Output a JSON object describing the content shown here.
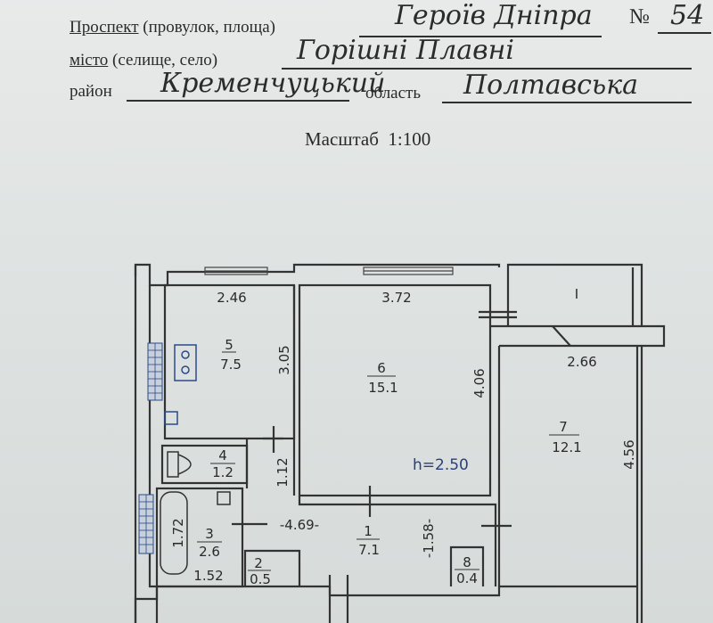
{
  "header": {
    "street_label_underlined": "Проспект",
    "street_label_rest": " (провулок, площа)",
    "street_value": "Героїв Дніпра",
    "number_label": "№",
    "number_value": "54",
    "city_label_underlined": "місто",
    "city_label_rest": " (селище, село)",
    "city_value": "Горішні Плавні",
    "district_label": "район",
    "district_value": "Кременчуцький",
    "region_label": "область",
    "region_value": "Полтавська"
  },
  "scale": "Масштаб  1:100",
  "plan": {
    "ceiling_height": "h=2.50",
    "balcony_label": "I",
    "rooms": [
      {
        "number": "5",
        "area": "7.5"
      },
      {
        "number": "6",
        "area": "15.1"
      },
      {
        "number": "7",
        "area": "12.1"
      },
      {
        "number": "4",
        "area": "1.2"
      },
      {
        "number": "3",
        "area": "2.6"
      },
      {
        "number": "1",
        "area": "7.1"
      },
      {
        "number": "2",
        "area": "0.5"
      },
      {
        "number": "8",
        "area": "0.4"
      }
    ],
    "dimensions": {
      "d_246": "2.46",
      "d_372": "3.72",
      "d_305": "3.05",
      "d_406": "4.06",
      "d_266": "2.66",
      "d_456": "4.56",
      "d_112": "1.12",
      "d_172": "1.72",
      "d_152": "1.52",
      "d_469": "-4.69-",
      "d_158": "-1.58-"
    }
  }
}
